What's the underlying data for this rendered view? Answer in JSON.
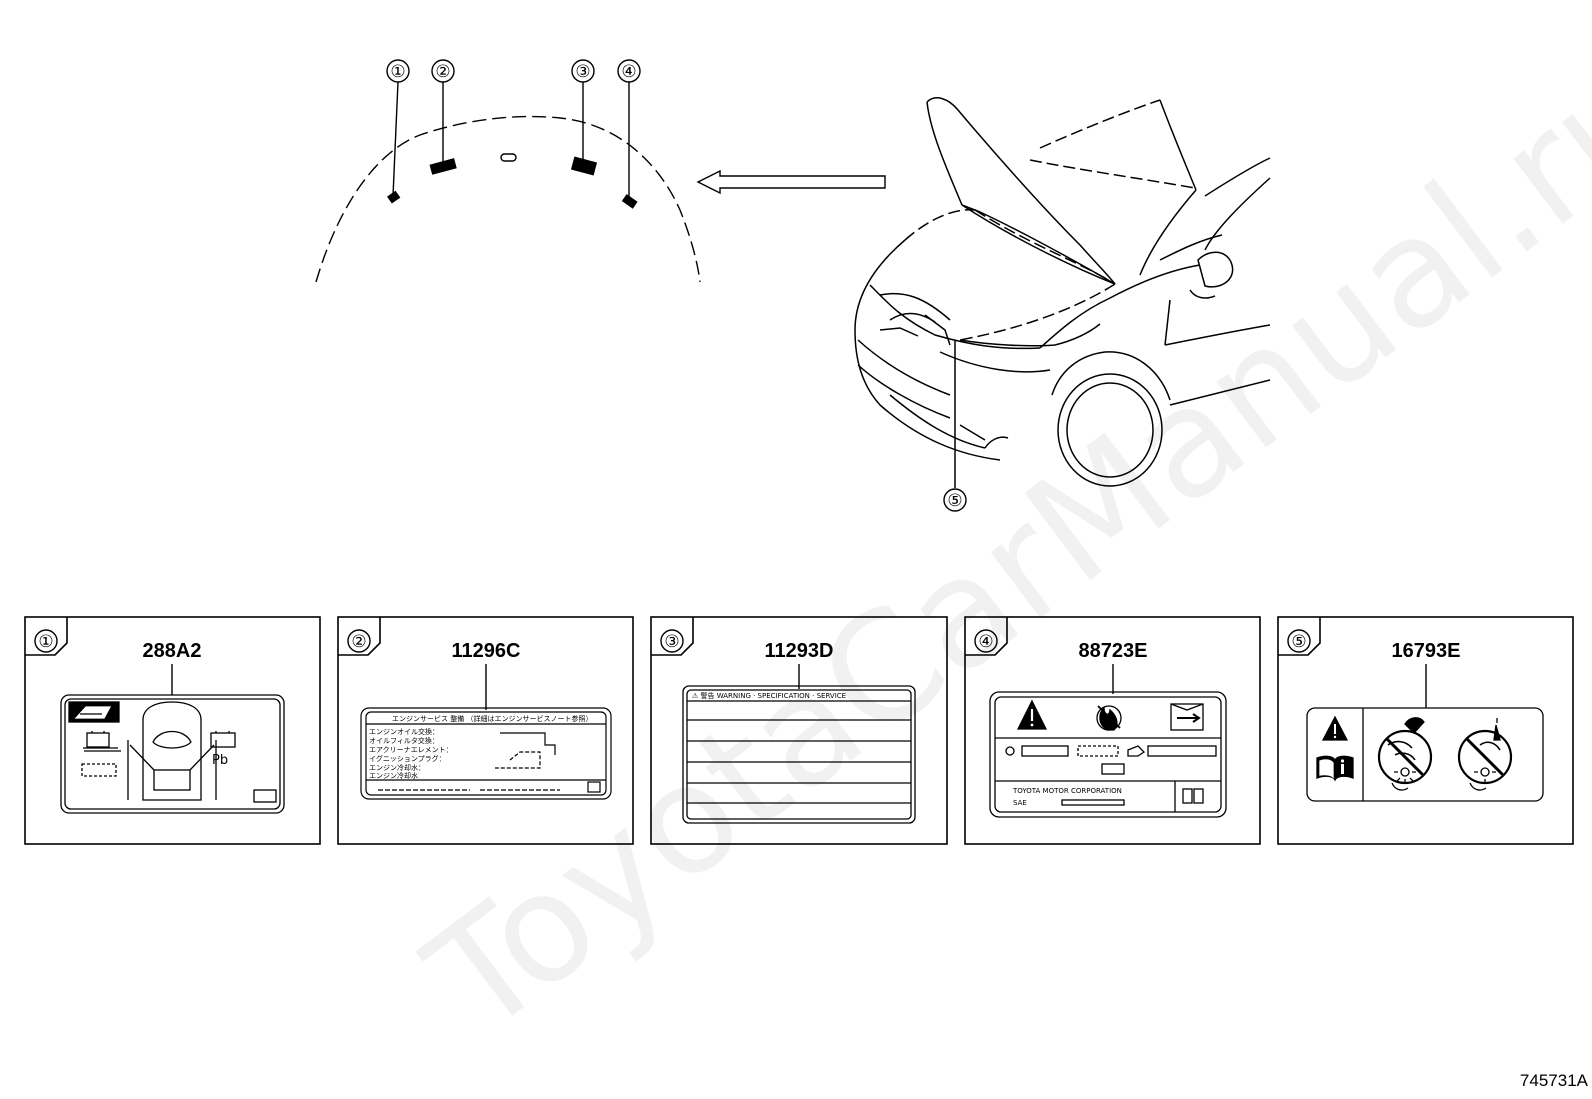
{
  "watermark": "ToyotaCarManual.ru",
  "illustration_id": "745731A",
  "callouts": [
    "①",
    "②",
    "③",
    "④",
    "⑤"
  ],
  "panels": [
    {
      "index": "①",
      "part_number": "288A2"
    },
    {
      "index": "②",
      "part_number": "11296C"
    },
    {
      "index": "③",
      "part_number": "11293D"
    },
    {
      "index": "④",
      "part_number": "88723E"
    },
    {
      "index": "⑤",
      "part_number": "16793E"
    }
  ],
  "label_text": {
    "battery_pb": "Pb",
    "engine_service_header": "エンジンサービス 整備 （詳細はエンジンサービスノート参照）",
    "engine_service_rows": [
      "エンジンオイル交換：",
      "オイルフィルタ交換：",
      "エアクリーナエレメント：",
      "イグニッションプラグ：",
      "エンジン冷却水：",
      "エンジン冷却水"
    ],
    "warning_header": "⚠ 警告 WARNING · SPECIFICATION · SERVICE",
    "sticker4_footer_left": "TOYOTA MOTOR CORPORATION",
    "sticker4_footer_sae": "SAE"
  },
  "colors": {
    "line": "#000000",
    "background": "#ffffff"
  },
  "icons": [
    "manual-icon",
    "battery-icon",
    "warning-triangle-icon",
    "flame-icon",
    "wrench-book-icon",
    "no-spray-icon",
    "info-book-icon"
  ]
}
